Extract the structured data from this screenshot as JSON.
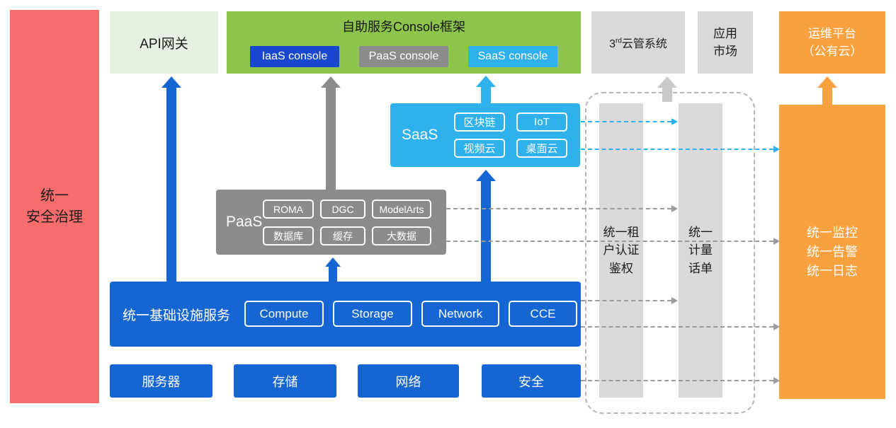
{
  "governance_bar": {
    "label": "统一\n安全治理"
  },
  "top_row": {
    "api_gateway": {
      "label": "API网关"
    },
    "console_framework": {
      "title": "自助服务Console框架",
      "iaas_console": "IaaS console",
      "paas_console": "PaaS console",
      "saas_console": "SaaS console"
    },
    "third_party_cloud": {
      "base": "3",
      "sup": "rd",
      "rest": "云管系统"
    },
    "app_market": {
      "label": "应用\n市场"
    },
    "ops_platform": {
      "label": "运维平台\n（公有云）"
    }
  },
  "saas": {
    "label": "SaaS",
    "items": [
      "区块链",
      "IoT",
      "视频云",
      "桌面云"
    ]
  },
  "paas": {
    "label": "PaaS",
    "items": [
      "ROMA",
      "DGC",
      "ModelArts",
      "数据库",
      "缓存",
      "大数据"
    ]
  },
  "iaas": {
    "label": "统一基础设施服务",
    "items": [
      "Compute",
      "Storage",
      "Network",
      "CCE"
    ]
  },
  "hardware_row": {
    "items": [
      "服务器",
      "存储",
      "网络",
      "安全"
    ]
  },
  "right_bars": {
    "tenant_auth": {
      "label": "统一租\n户认证\n鉴权"
    },
    "metering": {
      "label": "统一\n计量\n话单"
    },
    "monitoring": {
      "label": "统一监控\n统一告警\n统一日志"
    }
  },
  "colors": {
    "red": "#f76d6d",
    "light_green": "#e6f2e1",
    "green": "#8cc44c",
    "blue": "#1565d2",
    "dark_blue": "#1748cf",
    "gray": "#8c8c8c",
    "light_gray": "#d9d9d9",
    "cyan": "#2eb1ed",
    "orange": "#f9a13e"
  }
}
